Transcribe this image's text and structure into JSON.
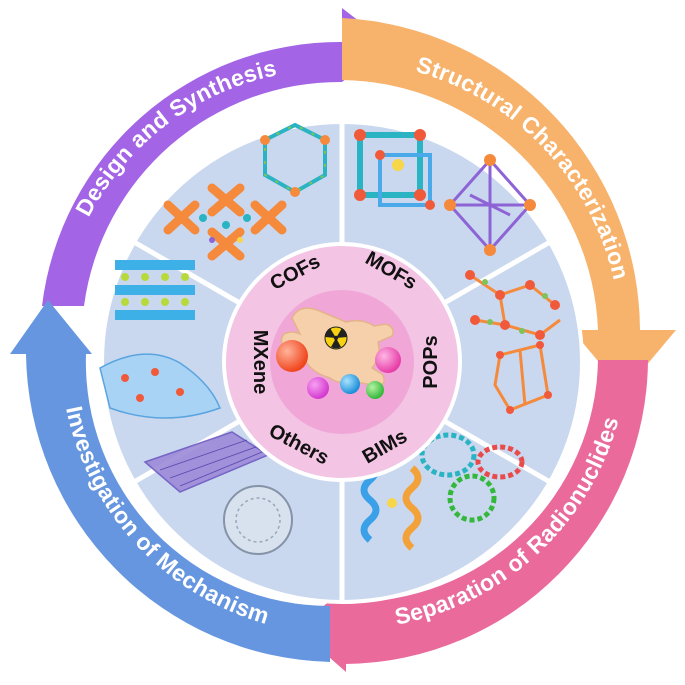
{
  "cycle": {
    "stages": [
      {
        "label": "Design and Synthesis",
        "color": "#a365e6"
      },
      {
        "label": "Structural Characterization",
        "color": "#f7b26b"
      },
      {
        "label": "Separation of Radionuclides",
        "color": "#ea6a9c"
      },
      {
        "label": "Investigation of Mechanism",
        "color": "#6796e0"
      }
    ]
  },
  "materials": {
    "segments": [
      {
        "label": "COFs"
      },
      {
        "label": "MOFs"
      },
      {
        "label": "POPs"
      },
      {
        "label": "BIMs"
      },
      {
        "label": "Others"
      },
      {
        "label": "MXene"
      }
    ]
  },
  "colors": {
    "panel": "#c9d8ef",
    "ring": "#f3c4e3",
    "core": "#f0a7d8",
    "framework_orange": "#f58a3c",
    "framework_teal": "#2ab3c2",
    "framework_purple": "#8d63d6",
    "framework_green": "#7ec35a"
  }
}
